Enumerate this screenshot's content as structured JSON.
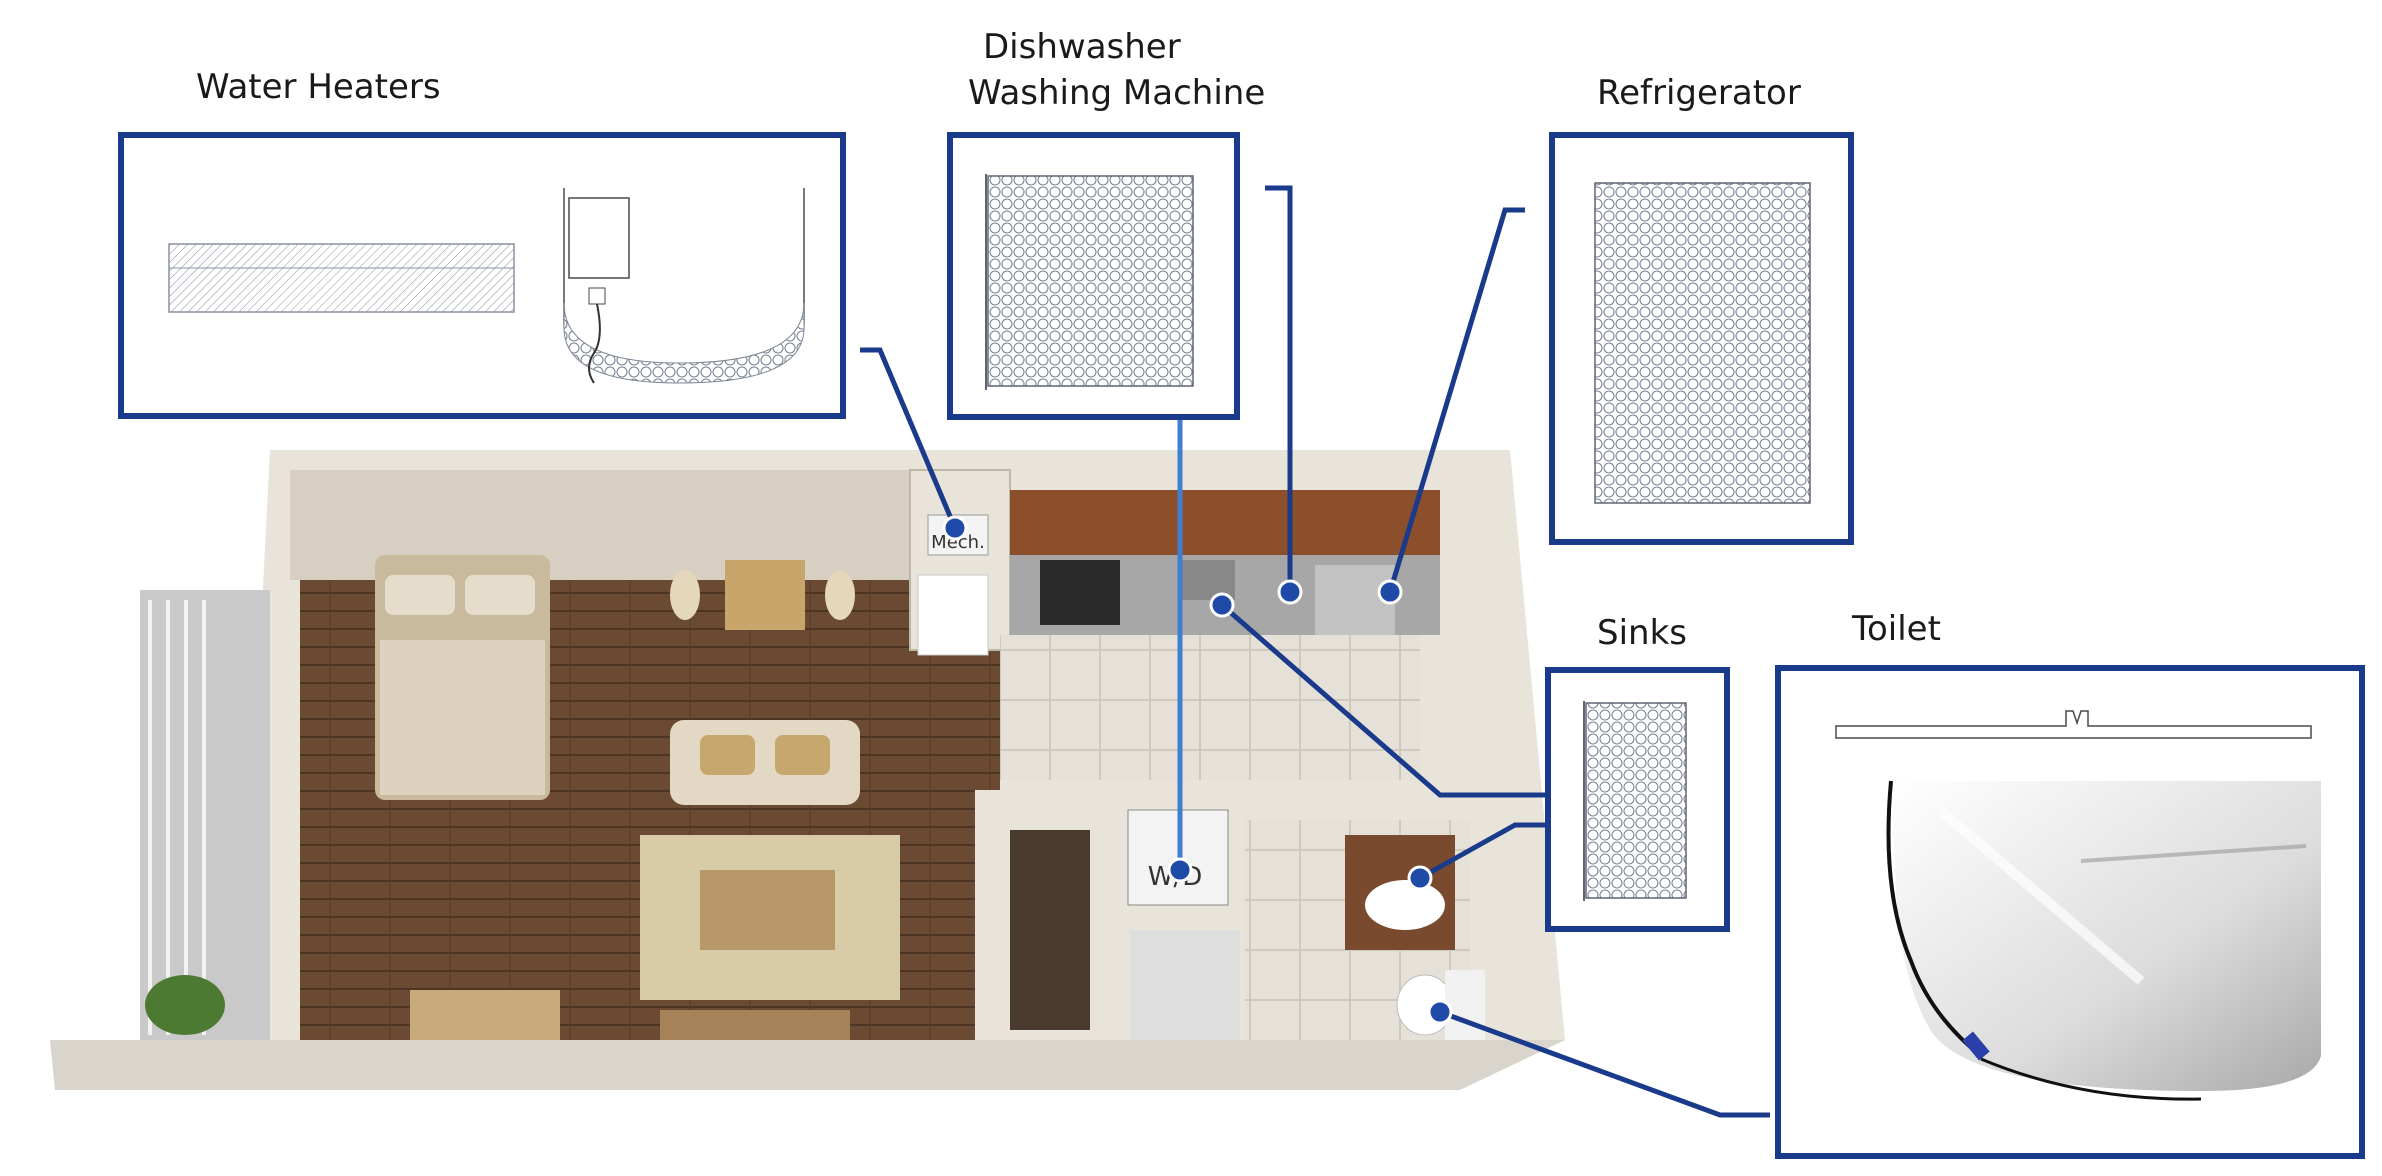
{
  "labels": {
    "water_heaters": "Water Heaters",
    "dishwasher": "Dishwasher",
    "washing_machine": "Washing Machine",
    "refrigerator": "Refrigerator",
    "sinks": "Sinks",
    "toilet": "Toilet"
  },
  "floorplan": {
    "mech_tag": "Mech.",
    "wd_tag": "W/D"
  },
  "colors": {
    "callout_border": "#1a3a8c",
    "sensor_dot": "#1f4aa8",
    "vertical_line": "#3f7fd0"
  }
}
